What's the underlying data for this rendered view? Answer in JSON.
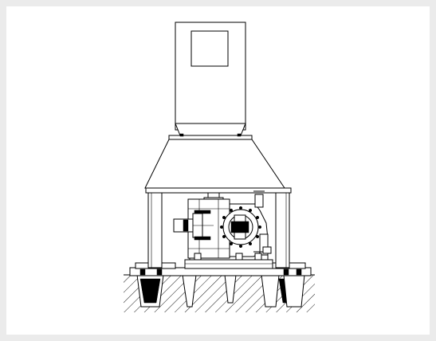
{
  "figure": {
    "background": "#ebebeb",
    "panel": "#ffffff",
    "ink": "#000000",
    "components": [
      "motor",
      "motor-stand",
      "columns",
      "pump-casing",
      "baseplate",
      "foundation"
    ]
  }
}
